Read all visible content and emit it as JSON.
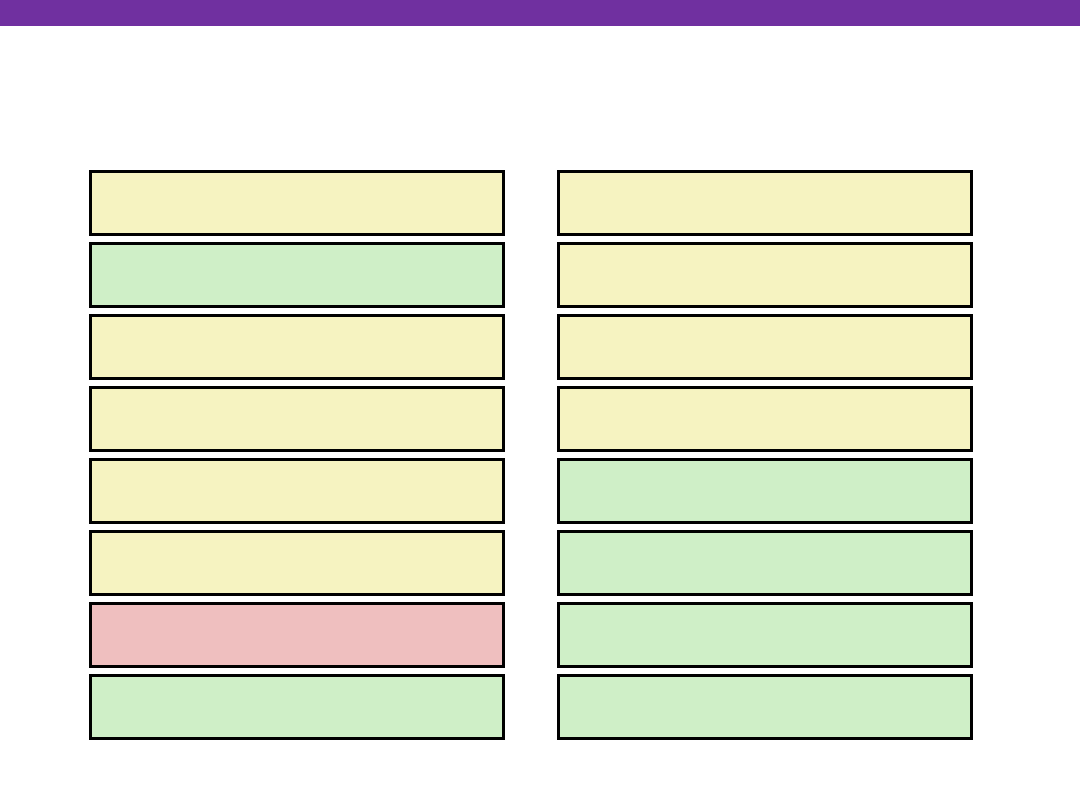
{
  "colors": {
    "header_bar": "#7030a0",
    "yellow": "#f6f3c1",
    "green": "#cfefc7",
    "red": "#efbfbf",
    "border": "#000000"
  },
  "left_column": [
    {
      "status": "yellow",
      "label": ""
    },
    {
      "status": "green",
      "label": ""
    },
    {
      "status": "yellow",
      "label": ""
    },
    {
      "status": "yellow",
      "label": ""
    },
    {
      "status": "yellow",
      "label": ""
    },
    {
      "status": "yellow",
      "label": ""
    },
    {
      "status": "red",
      "label": ""
    },
    {
      "status": "green",
      "label": ""
    }
  ],
  "right_column": [
    {
      "status": "yellow",
      "label": ""
    },
    {
      "status": "yellow",
      "label": ""
    },
    {
      "status": "yellow",
      "label": ""
    },
    {
      "status": "yellow",
      "label": ""
    },
    {
      "status": "green",
      "label": ""
    },
    {
      "status": "green",
      "label": ""
    },
    {
      "status": "green",
      "label": ""
    },
    {
      "status": "green",
      "label": ""
    }
  ]
}
